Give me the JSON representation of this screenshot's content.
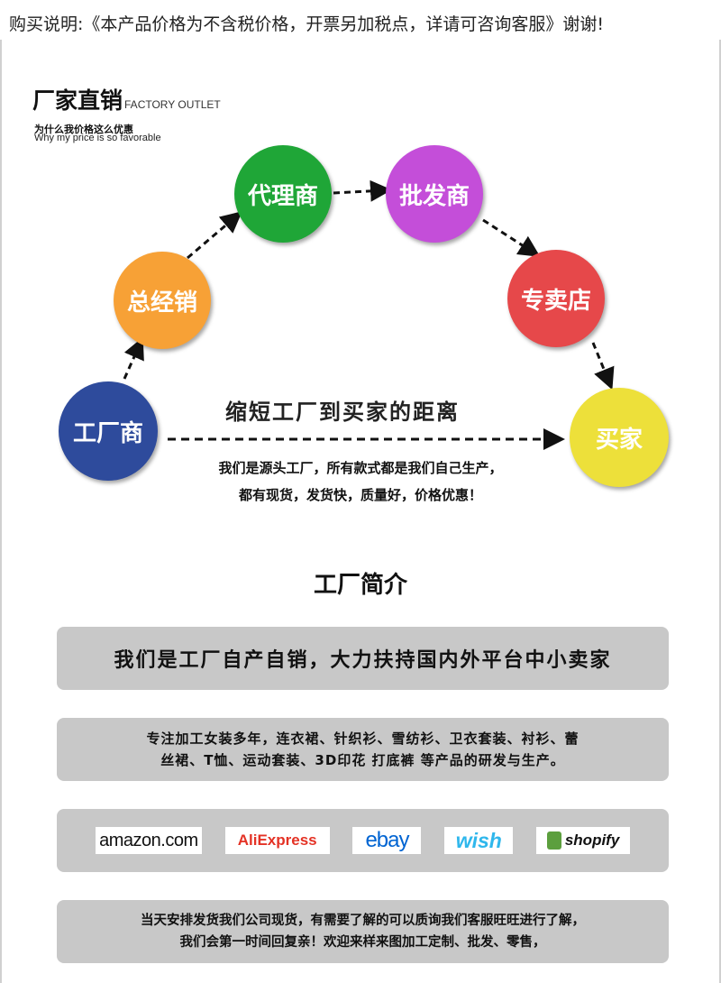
{
  "notice": "购买说明:《本产品价格为不含税价格，开票另加税点，详请可咨询客服》谢谢!",
  "brand": {
    "title_cn": "厂家直销",
    "title_en": "FACTORY OUTLET",
    "subtitle_cn": "为什么我价格这么优惠",
    "subtitle_en": "Why my price is so favorable"
  },
  "flow": {
    "nodes": [
      {
        "label": "工厂商",
        "color": "#2e4b9c"
      },
      {
        "label": "总经销",
        "color": "#f7a136"
      },
      {
        "label": "代理商",
        "color": "#1fa637"
      },
      {
        "label": "批发商",
        "color": "#c44ed9"
      },
      {
        "label": "专卖店",
        "color": "#e6484a"
      },
      {
        "label": "买家",
        "color": "#ede03a"
      }
    ],
    "slogan": "缩短工厂到买家的距离",
    "desc_line1": "我们是源头工厂，所有款式都是我们自己生产，",
    "desc_line2": "都有现货，发货快，质量好，价格优惠！"
  },
  "intro": {
    "title": "工厂简介",
    "panel1": "我们是工厂自产自销，大力扶持国内外平台中小卖家",
    "panel2_line1": "专注加工女装多年，连衣裙、针织衫、雪纺衫、卫衣套装、衬衫、蕾",
    "panel2_line2": "丝裙、T恤、运动套装、3D印花 打底裤 等产品的研发与生产。",
    "platforms": [
      {
        "name": "amazon.com",
        "icon": "amazon-logo"
      },
      {
        "name": "AliExpress",
        "icon": "aliexpress-logo"
      },
      {
        "name": "ebay",
        "icon": "ebay-logo"
      },
      {
        "name": "wish",
        "icon": "wish-logo"
      },
      {
        "name": "shopify",
        "icon": "shopify-logo"
      }
    ],
    "panel4_line1": "当天安排发货我们公司现货，有需要了解的可以质询我们客服旺旺进行了解，",
    "panel4_line2": "我们会第一时间回复亲！欢迎来样来图加工定制、批发、零售，"
  }
}
